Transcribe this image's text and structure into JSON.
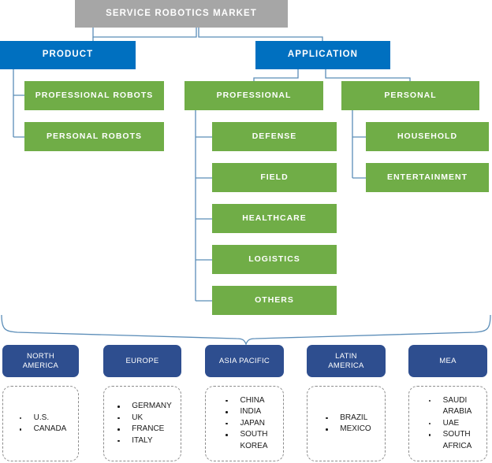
{
  "chart_data": {
    "type": "diagram",
    "title": "SERVICE ROBOTICS MARKET",
    "subtype": "market-segmentation-tree",
    "root": "SERVICE ROBOTICS MARKET",
    "branches": [
      {
        "label": "PRODUCT",
        "children": [
          {
            "label": "PROFESSIONAL ROBOTS"
          },
          {
            "label": "PERSONAL ROBOTS"
          }
        ]
      },
      {
        "label": "APPLICATION",
        "children": [
          {
            "label": "PROFESSIONAL",
            "children": [
              "DEFENSE",
              "FIELD",
              "HEALTHCARE",
              "LOGISTICS",
              "OTHERS"
            ]
          },
          {
            "label": "PERSONAL",
            "children": [
              "HOUSEHOLD",
              "ENTERTAINMENT"
            ]
          }
        ]
      }
    ],
    "regions": [
      {
        "name": "NORTH\nAMERICA",
        "countries": [
          "U.S.",
          "CANADA"
        ]
      },
      {
        "name": "EUROPE",
        "countries": [
          "GERMANY",
          "UK",
          "FRANCE",
          "ITALY"
        ]
      },
      {
        "name": "ASIA PACIFIC",
        "countries": [
          "CHINA",
          "INDIA",
          "JAPAN",
          "SOUTH\nKOREA"
        ]
      },
      {
        "name": "LATIN\nAMERICA",
        "countries": [
          "BRAZIL",
          "MEXICO"
        ]
      },
      {
        "name": "MEA",
        "countries": [
          "SAUDI\nARABIA",
          "UAE",
          "SOUTH\nAFRICA"
        ]
      }
    ]
  },
  "diagram": {
    "root": {
      "label": "SERVICE ROBOTICS MARKET"
    },
    "product": {
      "label": "PRODUCT",
      "children": [
        {
          "label": "PROFESSIONAL ROBOTS"
        },
        {
          "label": "PERSONAL ROBOTS"
        }
      ]
    },
    "application": {
      "label": "APPLICATION",
      "professional": {
        "label": "PROFESSIONAL",
        "children": [
          {
            "label": "DEFENSE"
          },
          {
            "label": "FIELD"
          },
          {
            "label": "HEALTHCARE"
          },
          {
            "label": "LOGISTICS"
          },
          {
            "label": "OTHERS"
          }
        ]
      },
      "personal": {
        "label": "PERSONAL",
        "children": [
          {
            "label": "HOUSEHOLD"
          },
          {
            "label": "ENTERTAINMENT"
          }
        ]
      }
    },
    "regions": [
      {
        "name": "NORTH\nAMERICA",
        "countries": [
          "U.S.",
          "CANADA"
        ]
      },
      {
        "name": "EUROPE",
        "countries": [
          "GERMANY",
          "UK",
          "FRANCE",
          "ITALY"
        ]
      },
      {
        "name": "ASIA PACIFIC",
        "countries": [
          "CHINA",
          "INDIA",
          "JAPAN",
          "SOUTH\nKOREA"
        ]
      },
      {
        "name": "LATIN\nAMERICA",
        "countries": [
          "BRAZIL",
          "MEXICO"
        ]
      },
      {
        "name": "MEA",
        "countries": [
          "SAUDI\nARABIA",
          "UAE",
          "SOUTH\nAFRICA"
        ]
      }
    ]
  },
  "colors": {
    "root_fill": "#A6A6A6",
    "level1_fill": "#0070C0",
    "level2_fill": "#70AD47",
    "region_header_fill": "#2E4E8F",
    "connector_line": "#5B8DB8",
    "region_border": "#8c8c8c",
    "text_light": "#FFFFFF",
    "text_dark": "#1A1A1A"
  }
}
